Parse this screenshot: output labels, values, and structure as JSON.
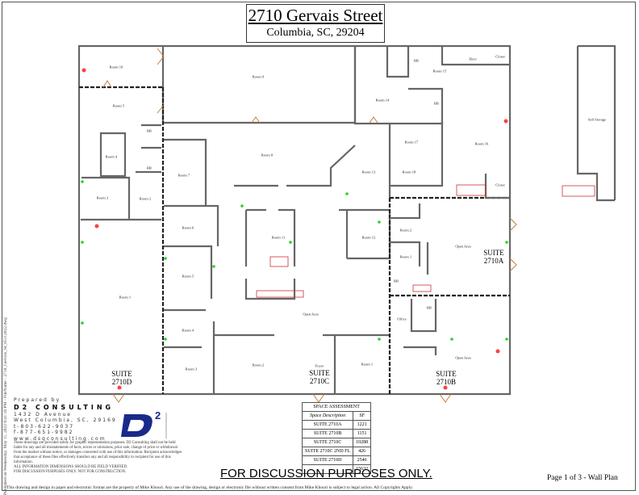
{
  "header": {
    "title": "2710 Gervais Street",
    "subtitle": "Columbia, SC, 29204"
  },
  "side_note": "Published on Wednesday, May 11, 2022 6:41:16 PM - FileName - 2710_Gervais_St_05112022.dwg",
  "rooms": {
    "r10": "Room 10",
    "r9": "Room 9",
    "d5": "Room 5",
    "d4": "Room 4",
    "d3": "Room 3",
    "d2": "Room 2",
    "d1": "Room 1",
    "c7": "Room 7",
    "c8": "Room 8",
    "c6": "Room 6",
    "c5": "Room 5",
    "c4": "Room 4",
    "c3": "Room 3",
    "c2": "Room 2",
    "c11": "Room 11",
    "c12": "Room 12",
    "c13": "Room 13",
    "c1": "Room 1",
    "open_c": "Open Area",
    "foyer": "Foyer",
    "r14": "Room 14",
    "r15": "Room 15",
    "r16": "Room 16",
    "r17": "Room 17",
    "r18": "Room 18",
    "elect": "Elect",
    "closet1": "Closet",
    "closet2": "Closet",
    "storage": "Self Storage",
    "rr1": "RR",
    "rr2": "RR",
    "rr3": "RR",
    "rr4": "RR",
    "rr5": "RR",
    "rr6": "RR",
    "a2": "Room 2",
    "a1": "Room 1",
    "open_a": "Open Area",
    "office": "Office",
    "open_b": "Open Area"
  },
  "suites": {
    "a": [
      "SUITE",
      "2710A"
    ],
    "b": [
      "SUITE",
      "2710B"
    ],
    "c": [
      "SUITE",
      "2710C"
    ],
    "d": [
      "SUITE",
      "2710D"
    ]
  },
  "preparer": {
    "prepared_by": "Prepared by",
    "company": "D2 CONSULTING",
    "address1": "1432 D Avenue",
    "address2": "West Columbia, SC, 29169",
    "phone": "t-803-622-9037",
    "fax": "f-877-651-9982",
    "web": "www.dsqconsulting.com",
    "logo_text": "D2"
  },
  "disclaimer": {
    "body": "These drawings are provided solely for graphic representation purposes. D2 Consulting shall not be held liable for any and all misstatements of facts, errors or omissions, prior sale, change of price or withdrawal from the market without notice, or damages connected with use of this information. Recipient acknowledges that acceptance of these files effectively transfers any and all responsibility to recipient for use of this information.",
    "line1": "ALL INFORMATION DIMENSIONS SHOULD BE FIELD VERIFIED.",
    "line2": "FOR DISCUSSION PURPOSES ONLY.  NOT FOR CONSTRUCTION."
  },
  "copyright": "This drawing and design in paper and electronic format are the property of Mike Khouri. Any use of the drawing, design or electronic file without written consent from Mike Khouri is subject to legal action. All Copyrights Apply.",
  "space_assessment": {
    "title": "SPACE ASSESSMENT",
    "headers": [
      "Space Description",
      "SF"
    ],
    "rows": [
      [
        "SUITE 2710A",
        "1221"
      ],
      [
        "SUITE 2710B",
        "1151"
      ],
      [
        "SUITE 2710C",
        "10288"
      ],
      [
        "SUITE 2710C 2ND FL",
        "426"
      ],
      [
        "SUITE 2710D",
        "2546"
      ],
      [
        "",
        "15632"
      ]
    ]
  },
  "footer": {
    "discussion": "FOR DISCUSSION PURPOSES ONLY.",
    "page": "Page 1 of 3  - Wall Plan"
  }
}
